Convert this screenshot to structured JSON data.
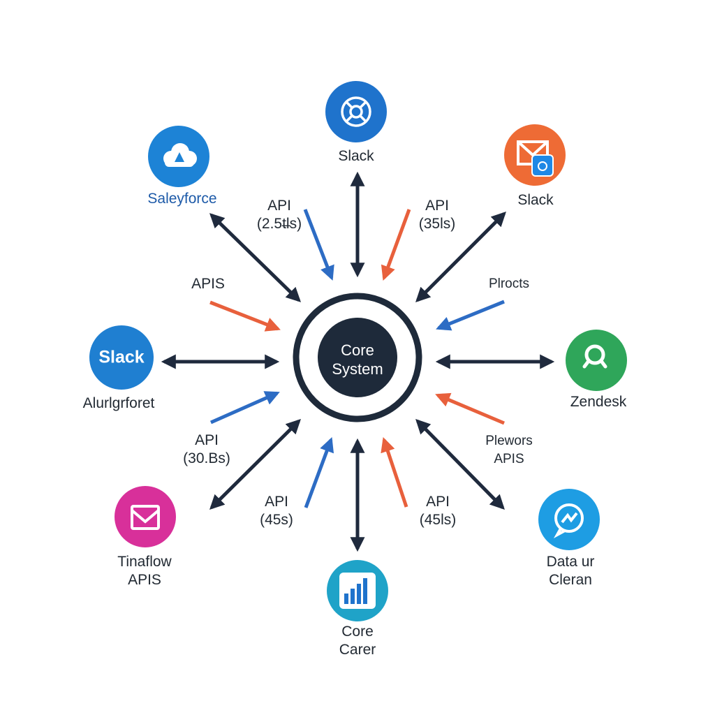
{
  "core": {
    "line1": "Core",
    "line2": "System"
  },
  "nodes": {
    "top": {
      "label": "Slack",
      "color": "#1f73cc",
      "icon": "lifebuoy-icon"
    },
    "top_right": {
      "label": "Slack",
      "color": "#ee6b35",
      "icon": "mail-icon"
    },
    "top_left": {
      "label": "Saleyforce",
      "color": "#1d83d6",
      "icon": "cloud-icon"
    },
    "left": {
      "label": "Alurlgrforet",
      "badge": "Slack",
      "color": "#1f7fd1"
    },
    "right": {
      "label": "Zendesk",
      "color": "#2fa65a",
      "icon": "search-icon"
    },
    "bottom_left": {
      "line1": "Tinaflow",
      "line2": "APIS",
      "color": "#d8309a",
      "icon": "envelope-icon"
    },
    "bottom_right": {
      "line1": "Data ur",
      "line2": "Cleran",
      "color": "#1e9de3",
      "icon": "chat-icon"
    },
    "bottom": {
      "line1": "Core",
      "line2": "Carer",
      "color": "#1fa3c8",
      "icon": "bar-chart-icon"
    }
  },
  "edge_labels": {
    "top_left": {
      "line1": "API",
      "line2": "(2.5t̶ls)"
    },
    "top_right": {
      "line1": "API",
      "line2": "(35ls)"
    },
    "left_upper": {
      "line1": "APIS"
    },
    "right_upper": {
      "line1": "Plrocts"
    },
    "left_lower": {
      "line1": "API",
      "line2": "(30.Bs)"
    },
    "right_lower": {
      "line1": "Plewors",
      "line2": "APIS"
    },
    "bottom_left": {
      "line1": "API",
      "line2": "(45s)"
    },
    "bottom_right": {
      "line1": "API",
      "line2": "(45ls)"
    }
  },
  "colors": {
    "arrow_dark": "#1f2a3d",
    "arrow_blue": "#2d6cc4",
    "arrow_orange": "#e8603c",
    "core_fill": "#1e2a3a"
  }
}
